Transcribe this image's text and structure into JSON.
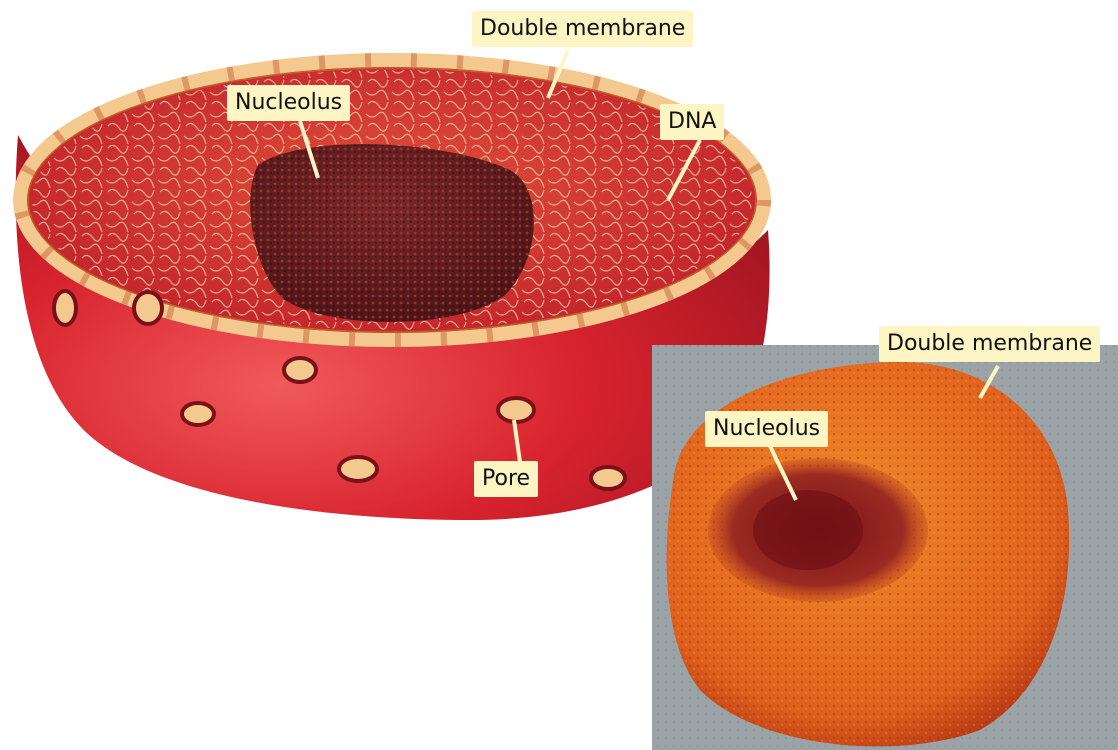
{
  "labels": {
    "illustration_double_membrane": "Double membrane",
    "illustration_nucleolus": "Nucleolus",
    "illustration_dna": "DNA",
    "illustration_pore": "Pore",
    "micrograph_double_membrane": "Double membrane",
    "micrograph_nucleolus": "Nucleolus"
  },
  "colors": {
    "label_background": "#fdf6c4",
    "nucleus_red": "#d9232e",
    "nucleus_dark": "#8a1020",
    "membrane_tan": "#f3c98f",
    "nucleolus_dark": "#5a1a1c",
    "micrograph_orange": "#e8741e",
    "micrograph_gray": "#9aa3a8"
  }
}
